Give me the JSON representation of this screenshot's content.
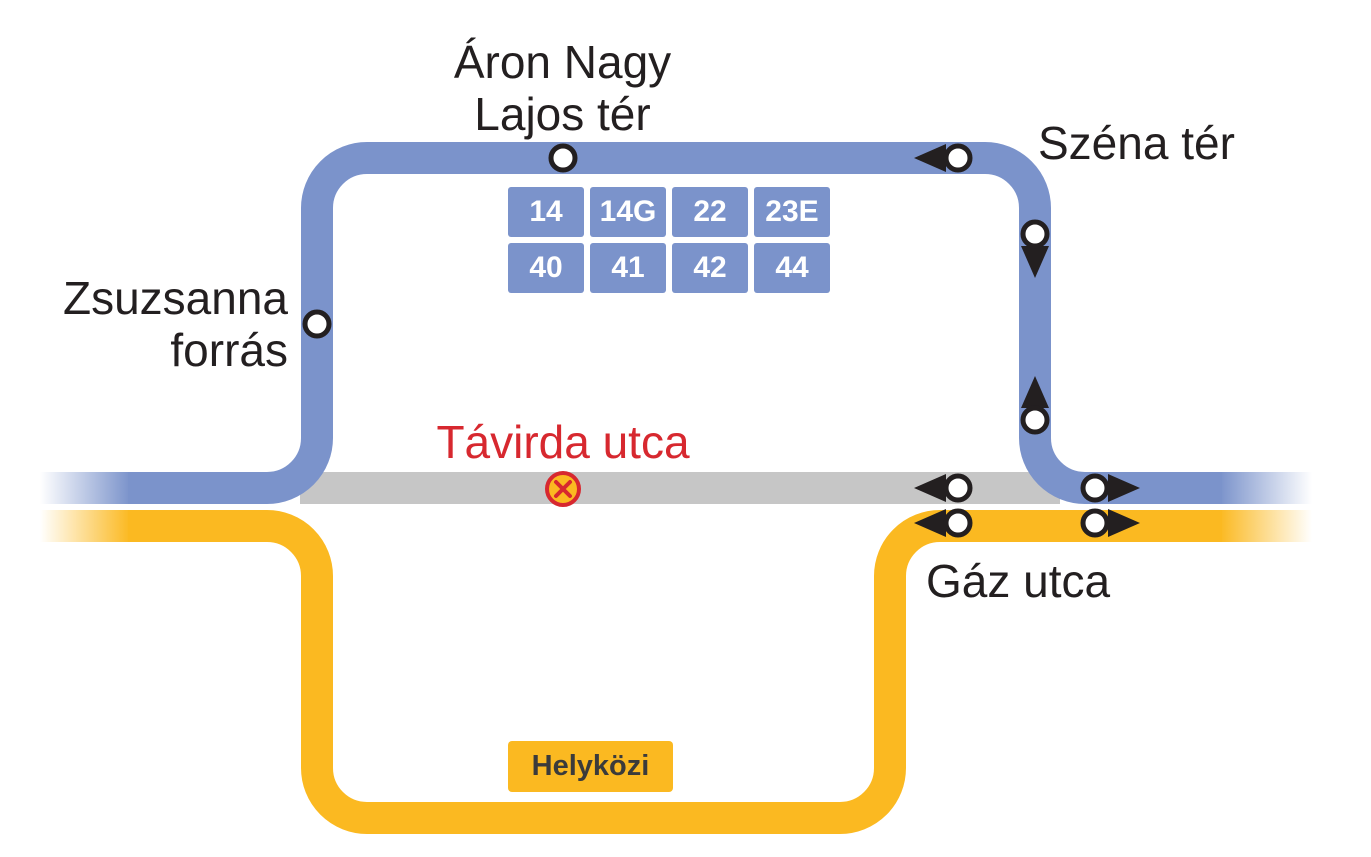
{
  "colors": {
    "blue_line": "#7b93cb",
    "yellow_line": "#fbb921",
    "closed_segment": "#c6c6c6",
    "closed_stop_red": "#d7282f",
    "closed_stop_fill": "#fbb921",
    "stop_outline": "#231f20",
    "text": "#231f20"
  },
  "stops": {
    "aron_nagy": {
      "line1": "Áron Nagy",
      "line2": "Lajos tér"
    },
    "szena_ter": {
      "name": "Széna tér"
    },
    "zsuzsanna": {
      "line1": "Zsuzsanna",
      "line2": "forrás"
    },
    "tavirda": {
      "name": "Távirda utca",
      "status": "closed"
    },
    "gaz_utca": {
      "name": "Gáz utca"
    }
  },
  "routes": {
    "blue_routes": [
      "14",
      "14G",
      "22",
      "23E",
      "40",
      "41",
      "42",
      "44"
    ],
    "yellow_route": "Helyközi"
  },
  "icons": {
    "stop": "circle-stop-icon",
    "closed_stop": "closed-stop-x-icon",
    "direction": "direction-arrow-icon"
  }
}
